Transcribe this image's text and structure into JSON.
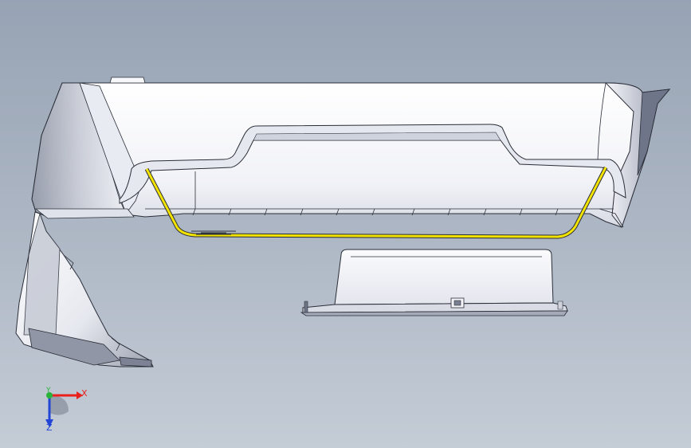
{
  "viewport": {
    "background_top": "#97a3b4",
    "background_bottom": "#c4ccd6",
    "part_color": "#f3f4f8",
    "edge_color": "#2a2e38",
    "highlight_color": "#f2e200"
  },
  "parts": {
    "bumper": {
      "icon": "bumper-shell-part"
    },
    "side_bracket": {
      "icon": "side-bracket-part"
    },
    "tray": {
      "icon": "tray-part",
      "detail": "clip-window-detail"
    },
    "selected_edge": {
      "icon": "selected-edge-highlight"
    }
  },
  "triad": {
    "icon": "reference-triad-icon",
    "x_label": "X",
    "y_label": "Y",
    "z_label": "Z",
    "x_color": "#e8211d",
    "y_color": "#2bb23a",
    "z_color": "#2346d6"
  }
}
